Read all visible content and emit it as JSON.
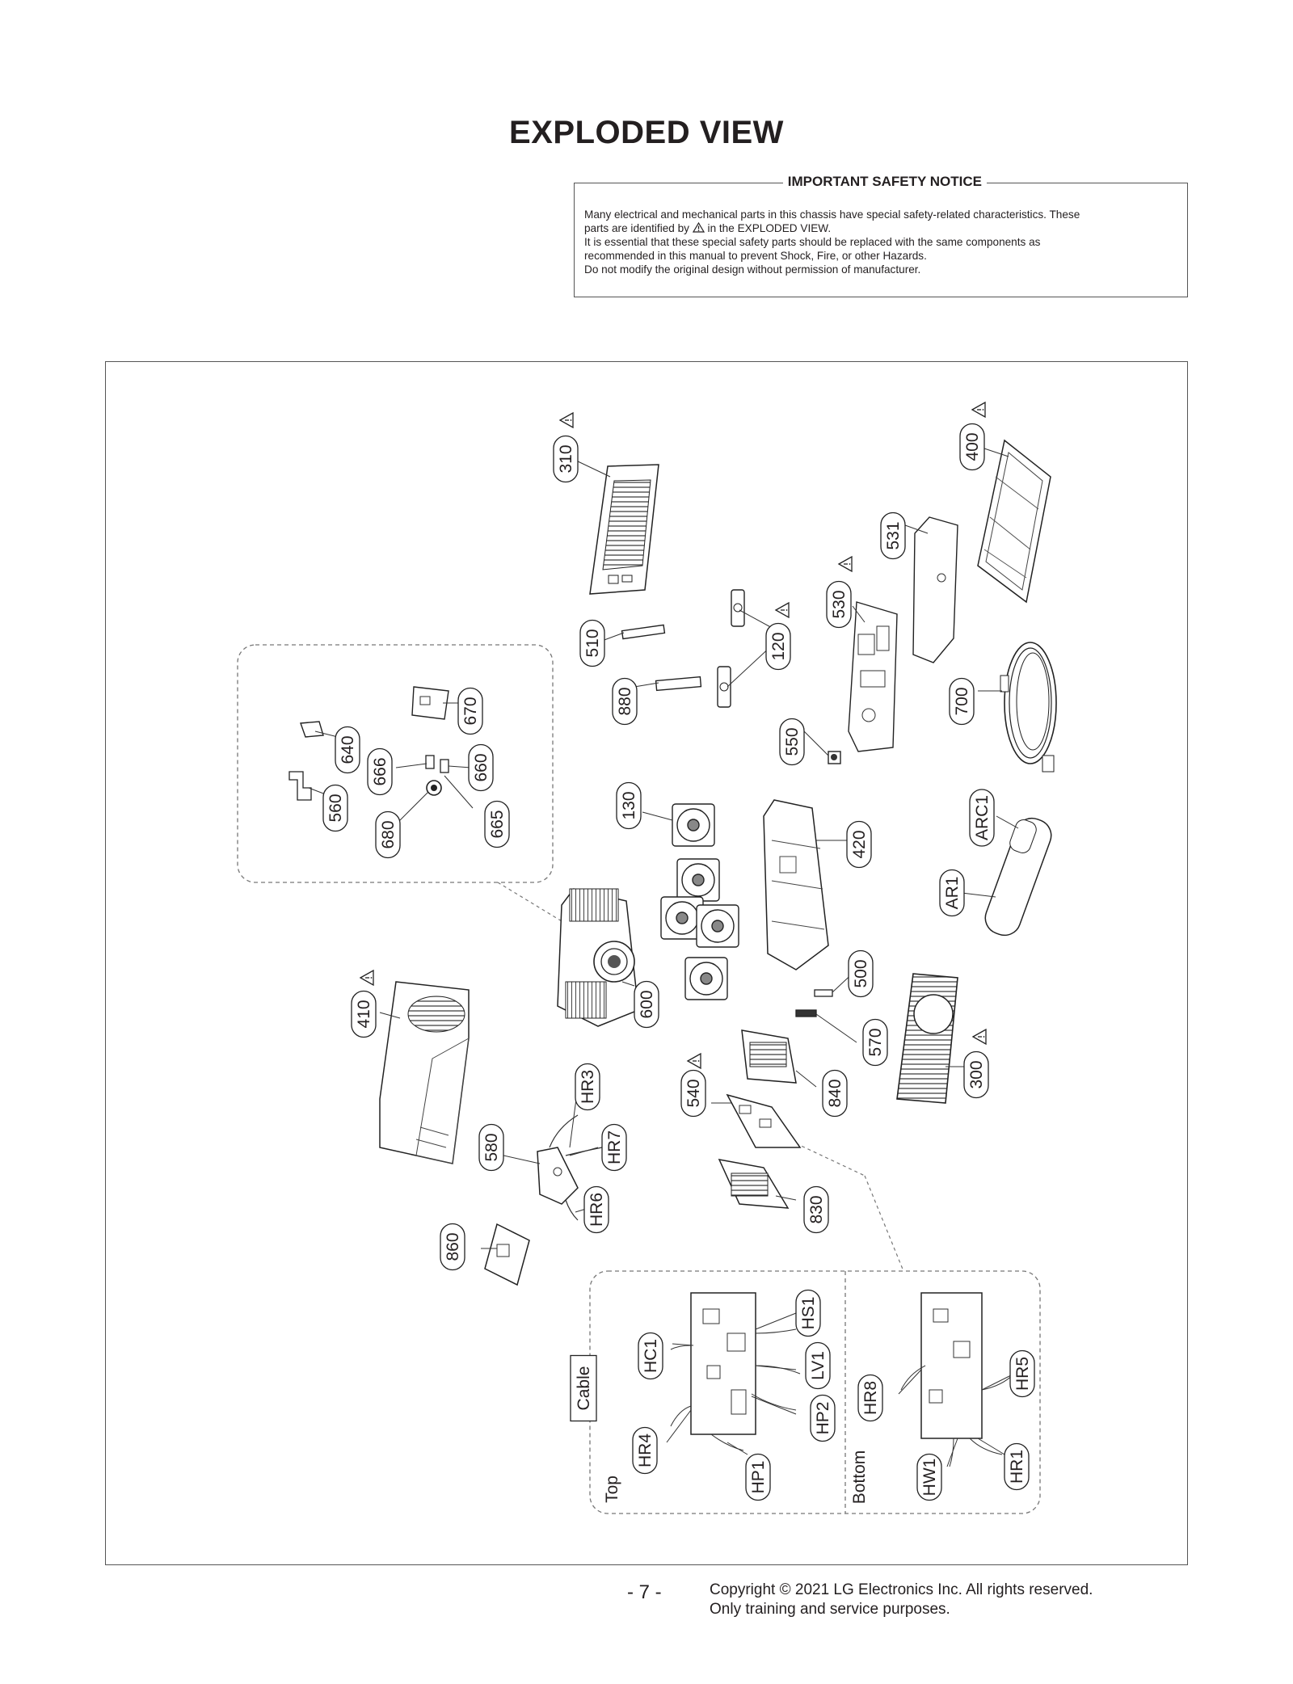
{
  "page": {
    "title": "EXPLODED VIEW",
    "page_number": "- 7 -",
    "copyright_line1": "Copyright © 2021 LG Electronics Inc. All rights reserved.",
    "copyright_line2": "Only training and service purposes."
  },
  "notice": {
    "title": "IMPORTANT SAFETY NOTICE",
    "line1": "Many electrical and mechanical parts in this chassis have special safety-related characteristics. These",
    "line2a": "parts are identified by",
    "line2b": "in the EXPLODED VIEW.",
    "line3": "It is essential that these special safety parts should be replaced with the same components as",
    "line4": "recommended in this manual to prevent Shock, Fire, or other Hazards.",
    "line5": "Do not modify the original design without permission of manufacturer."
  },
  "diagram": {
    "part_labels": [
      "310",
      "400",
      "531",
      "530",
      "510",
      "120",
      "880",
      "550",
      "700",
      "640",
      "670",
      "666",
      "660",
      "560",
      "680",
      "665",
      "130",
      "420",
      "ARC1",
      "AR1",
      "600",
      "410",
      "500",
      "570",
      "300",
      "840",
      "540",
      "HR3",
      "580",
      "HR7",
      "HR6",
      "830",
      "860"
    ],
    "safety_parts": [
      "310",
      "400",
      "530",
      "120",
      "410",
      "540",
      "300"
    ],
    "inset_boxes": {
      "cable_label": "Cable",
      "top_label": "Top",
      "bottom_label": "Bottom",
      "top_labels": [
        "HC1",
        "HS1",
        "LV1",
        "HP2",
        "HR4",
        "HP1"
      ],
      "bottom_labels": [
        "HR8",
        "HR5",
        "HW1",
        "HR1"
      ]
    }
  }
}
